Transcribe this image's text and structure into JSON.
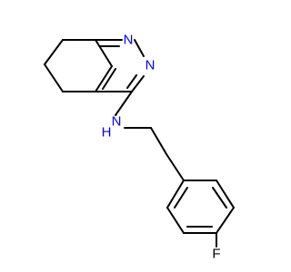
{
  "colors": {
    "background": "#ffffff",
    "bond": "#000000",
    "nitrogen": "#0000ff",
    "fluorine": "#000000"
  },
  "atoms": {
    "n1": "N",
    "n3": "N",
    "amine": "N",
    "amine_h": "H",
    "fluorine": "F"
  }
}
